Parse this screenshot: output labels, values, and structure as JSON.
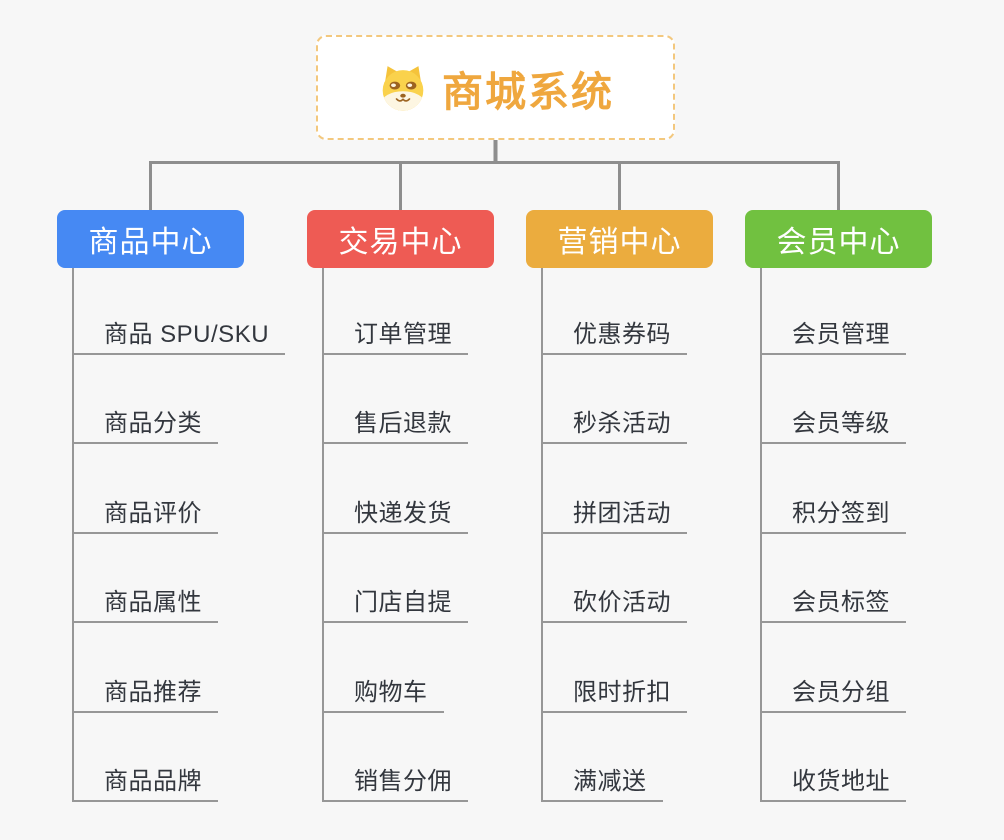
{
  "root": {
    "label": "商城系统",
    "icon": "dog-icon"
  },
  "branches": [
    {
      "label": "商品中心",
      "color": "#4689F3",
      "items": [
        "商品 SPU/SKU",
        "商品分类",
        "商品评价",
        "商品属性",
        "商品推荐",
        "商品品牌"
      ]
    },
    {
      "label": "交易中心",
      "color": "#EE5B54",
      "items": [
        "订单管理",
        "售后退款",
        "快递发货",
        "门店自提",
        "购物车",
        "销售分佣"
      ]
    },
    {
      "label": "营销中心",
      "color": "#EBAC3E",
      "items": [
        "优惠券码",
        "秒杀活动",
        "拼团活动",
        "砍价活动",
        "限时折扣",
        "满减送"
      ]
    },
    {
      "label": "会员中心",
      "color": "#71C140",
      "items": [
        "会员管理",
        "会员等级",
        "积分签到",
        "会员标签",
        "会员分组",
        "收货地址"
      ]
    }
  ],
  "colors": {
    "line": "#979797",
    "top_line": "#8E8E8E",
    "page_bg": "#F7F7F7",
    "root_text": "#EFA73E",
    "root_border": "#F3C87E",
    "item_text": "#33373E"
  }
}
